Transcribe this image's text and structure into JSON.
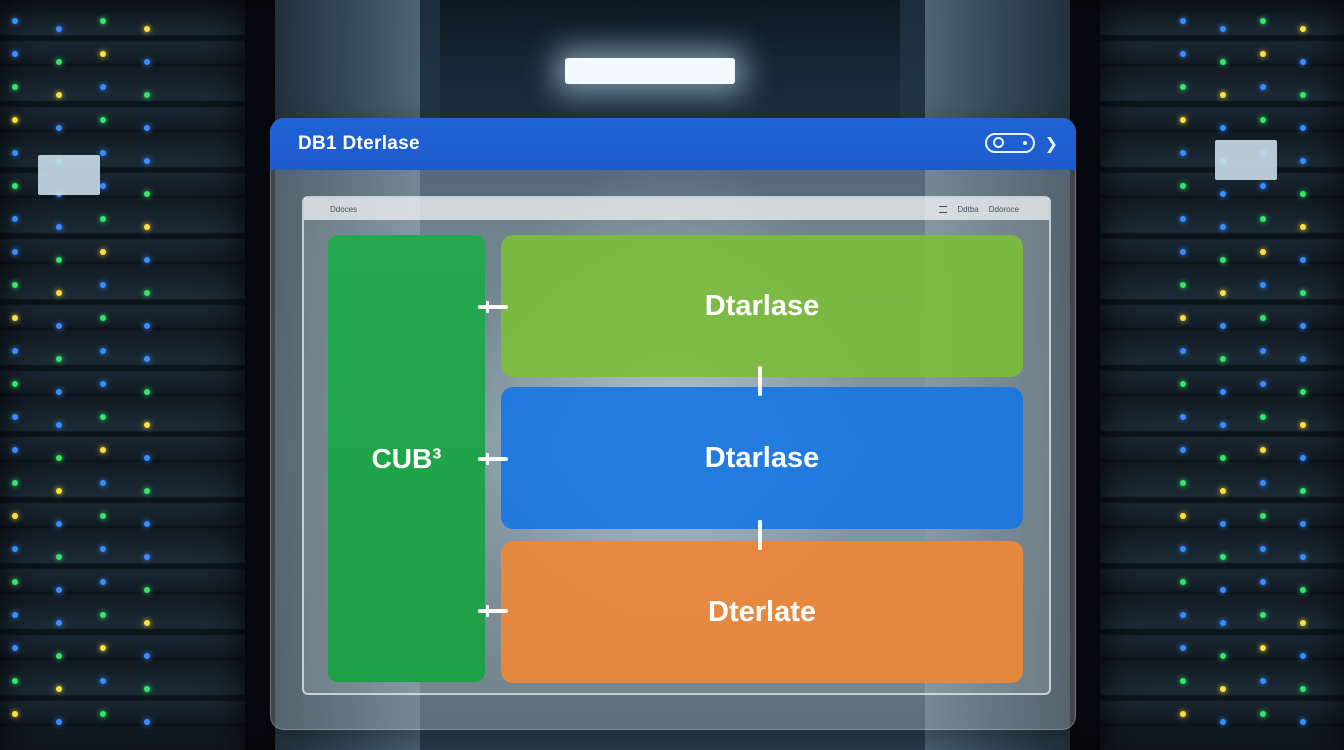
{
  "window": {
    "title": "DB1 Dterlase",
    "toggle_icon": "toggle-icon",
    "chevron_icon": "chevron-right-icon"
  },
  "inner_panel": {
    "header_left": "Ddoces",
    "header_menu_icon": "menu-icon",
    "header_right_1": "Ddtba",
    "header_right_2": "Ddoroce"
  },
  "diagram": {
    "source_block": {
      "label": "CUB³",
      "color": "#22a94d"
    },
    "targets": [
      {
        "label": "Dtarlase",
        "color": "#7bbe3a"
      },
      {
        "label": "Dtarlase",
        "color": "#1876e2"
      },
      {
        "label": "Dterlate",
        "color": "#ee8838"
      }
    ]
  },
  "colors": {
    "titlebar": "#1f63d6",
    "led_green": "#35e66b",
    "led_blue": "#3a8dff",
    "led_yellow": "#ffe03a"
  }
}
